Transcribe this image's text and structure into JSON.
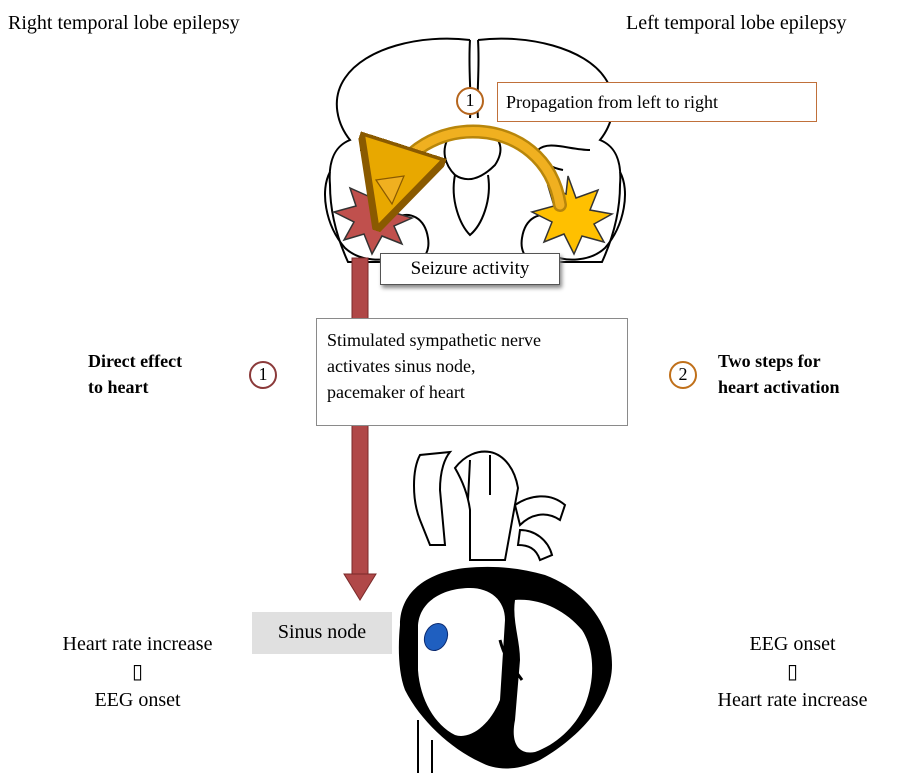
{
  "headings": {
    "right": "Right temporal lobe epilepsy",
    "left": "Left temporal lobe epilepsy"
  },
  "brain": {
    "propagation_number": "1",
    "propagation_label": "Propagation from left to right",
    "seizure_label": "Seizure activity"
  },
  "right_side": {
    "number": "1",
    "label_line1": "Direct effect",
    "label_line2": "to heart",
    "sequence": [
      "Heart rate increase",
      "▯",
      "EEG onset"
    ]
  },
  "center_box": {
    "line1": "Stimulated sympathetic nerve",
    "line2": "activates sinus node,",
    "line3": "pacemaker of heart"
  },
  "left_side": {
    "number": "2",
    "label_line1": "Two steps for",
    "label_line2": "heart activation",
    "sequence": [
      "EEG onset",
      "▯",
      "Heart rate increase"
    ]
  },
  "heart": {
    "sinus_label": "Sinus node"
  },
  "colors": {
    "right_focus": "#c0504d",
    "left_focus": "#ffc000",
    "arrow_dark": "#a33a3a",
    "curve_arrow": "#e8a800",
    "circle_brown": "#a0522d",
    "circle_orange": "#c0701a",
    "sinus_blue": "#1f5fc0"
  }
}
